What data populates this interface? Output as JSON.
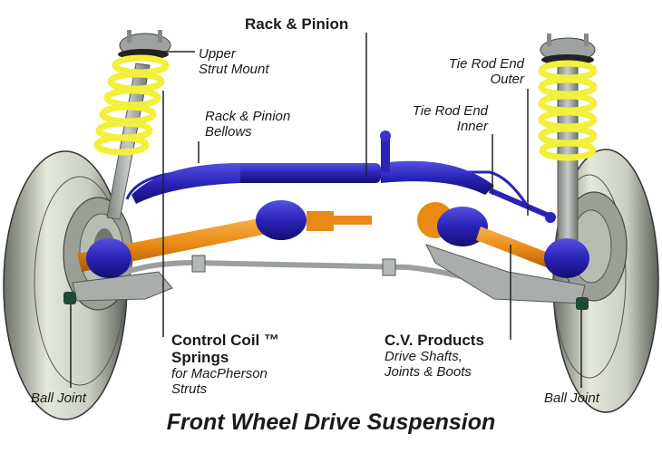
{
  "title": "Front Wheel Drive Suspension",
  "colors": {
    "spring": "#f2f03a",
    "boot": "#2a23b8",
    "shaft": "#e88a14",
    "metal": "#a9aeaa",
    "tire": "#d9ddd0",
    "text": "#1a1a1a",
    "leader": "#222222",
    "joint": "#1f4a38"
  },
  "labels": {
    "rack_pinion": "Rack & Pinion",
    "upper_strut_mount": [
      "Upper",
      "Strut Mount"
    ],
    "rack_pinion_bellows": [
      "Rack & Pinion",
      "Bellows"
    ],
    "tie_rod_outer": [
      "Tie Rod End",
      "Outer"
    ],
    "tie_rod_inner": [
      "Tie Rod End",
      "Inner"
    ],
    "control_coil": {
      "heading": [
        "Control Coil ™",
        "Springs"
      ],
      "sub": [
        "for MacPherson",
        "Struts"
      ]
    },
    "cv_products": {
      "heading": "C.V. Products",
      "sub": [
        "Drive Shafts,",
        "Joints & Boots"
      ]
    },
    "ball_joint_left": "Ball Joint",
    "ball_joint_right": "Ball Joint"
  }
}
